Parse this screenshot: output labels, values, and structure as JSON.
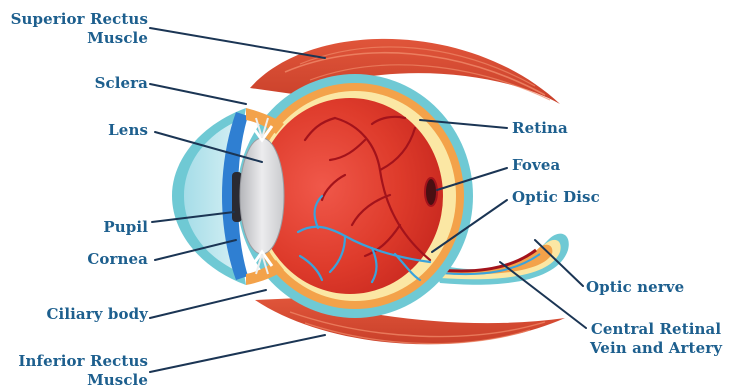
{
  "labels": {
    "superior_rectus": [
      "Superior Rectus",
      "Muscle"
    ],
    "sclera": "Sclera",
    "lens": "Lens",
    "pupil": "Pupil",
    "cornea": "Cornea",
    "ciliary_body": "Ciliary body",
    "inferior_rectus": [
      "Inferior Rectus",
      "Muscle"
    ],
    "retina": "Retina",
    "fovea": "Fovea",
    "optic_disc": "Optic Disc",
    "optic_nerve": "Optic nerve",
    "central_retinal": [
      "Central Retinal",
      "Vein and Artery"
    ]
  },
  "colors": {
    "label_text": "#1d5f8e",
    "leader_line": "#1b3554",
    "muscle": "#d84c2c",
    "muscle_stripe": "#f08a6a",
    "sclera_outer": "#6fc9d4",
    "choroid": "#f3a24a",
    "retina_layer": "#fbe7a4",
    "vitreous": "#dd3b2a",
    "vessel": "#a3131b",
    "blue_vessel": "#3aa3dc",
    "cornea": "#bfe7ef",
    "iris": "#2f7fd2",
    "lens": "#d9d9dc"
  }
}
